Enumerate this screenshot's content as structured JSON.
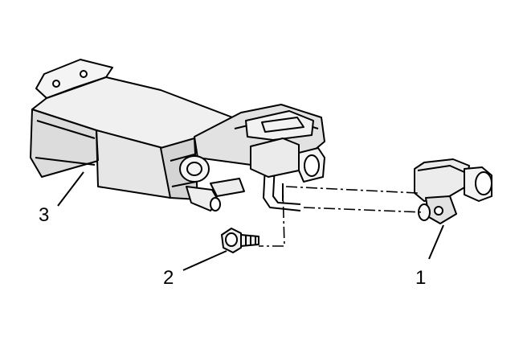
{
  "callouts": [
    {
      "id": "1",
      "label": "1"
    },
    {
      "id": "2",
      "label": "2"
    },
    {
      "id": "3",
      "label": "3"
    }
  ],
  "colors": {
    "line": "#000000",
    "canister_fill": "#e9e9e9",
    "canister_dark": "#c8c8c8",
    "bracket_fill": "#dedede",
    "background": "#ffffff"
  }
}
